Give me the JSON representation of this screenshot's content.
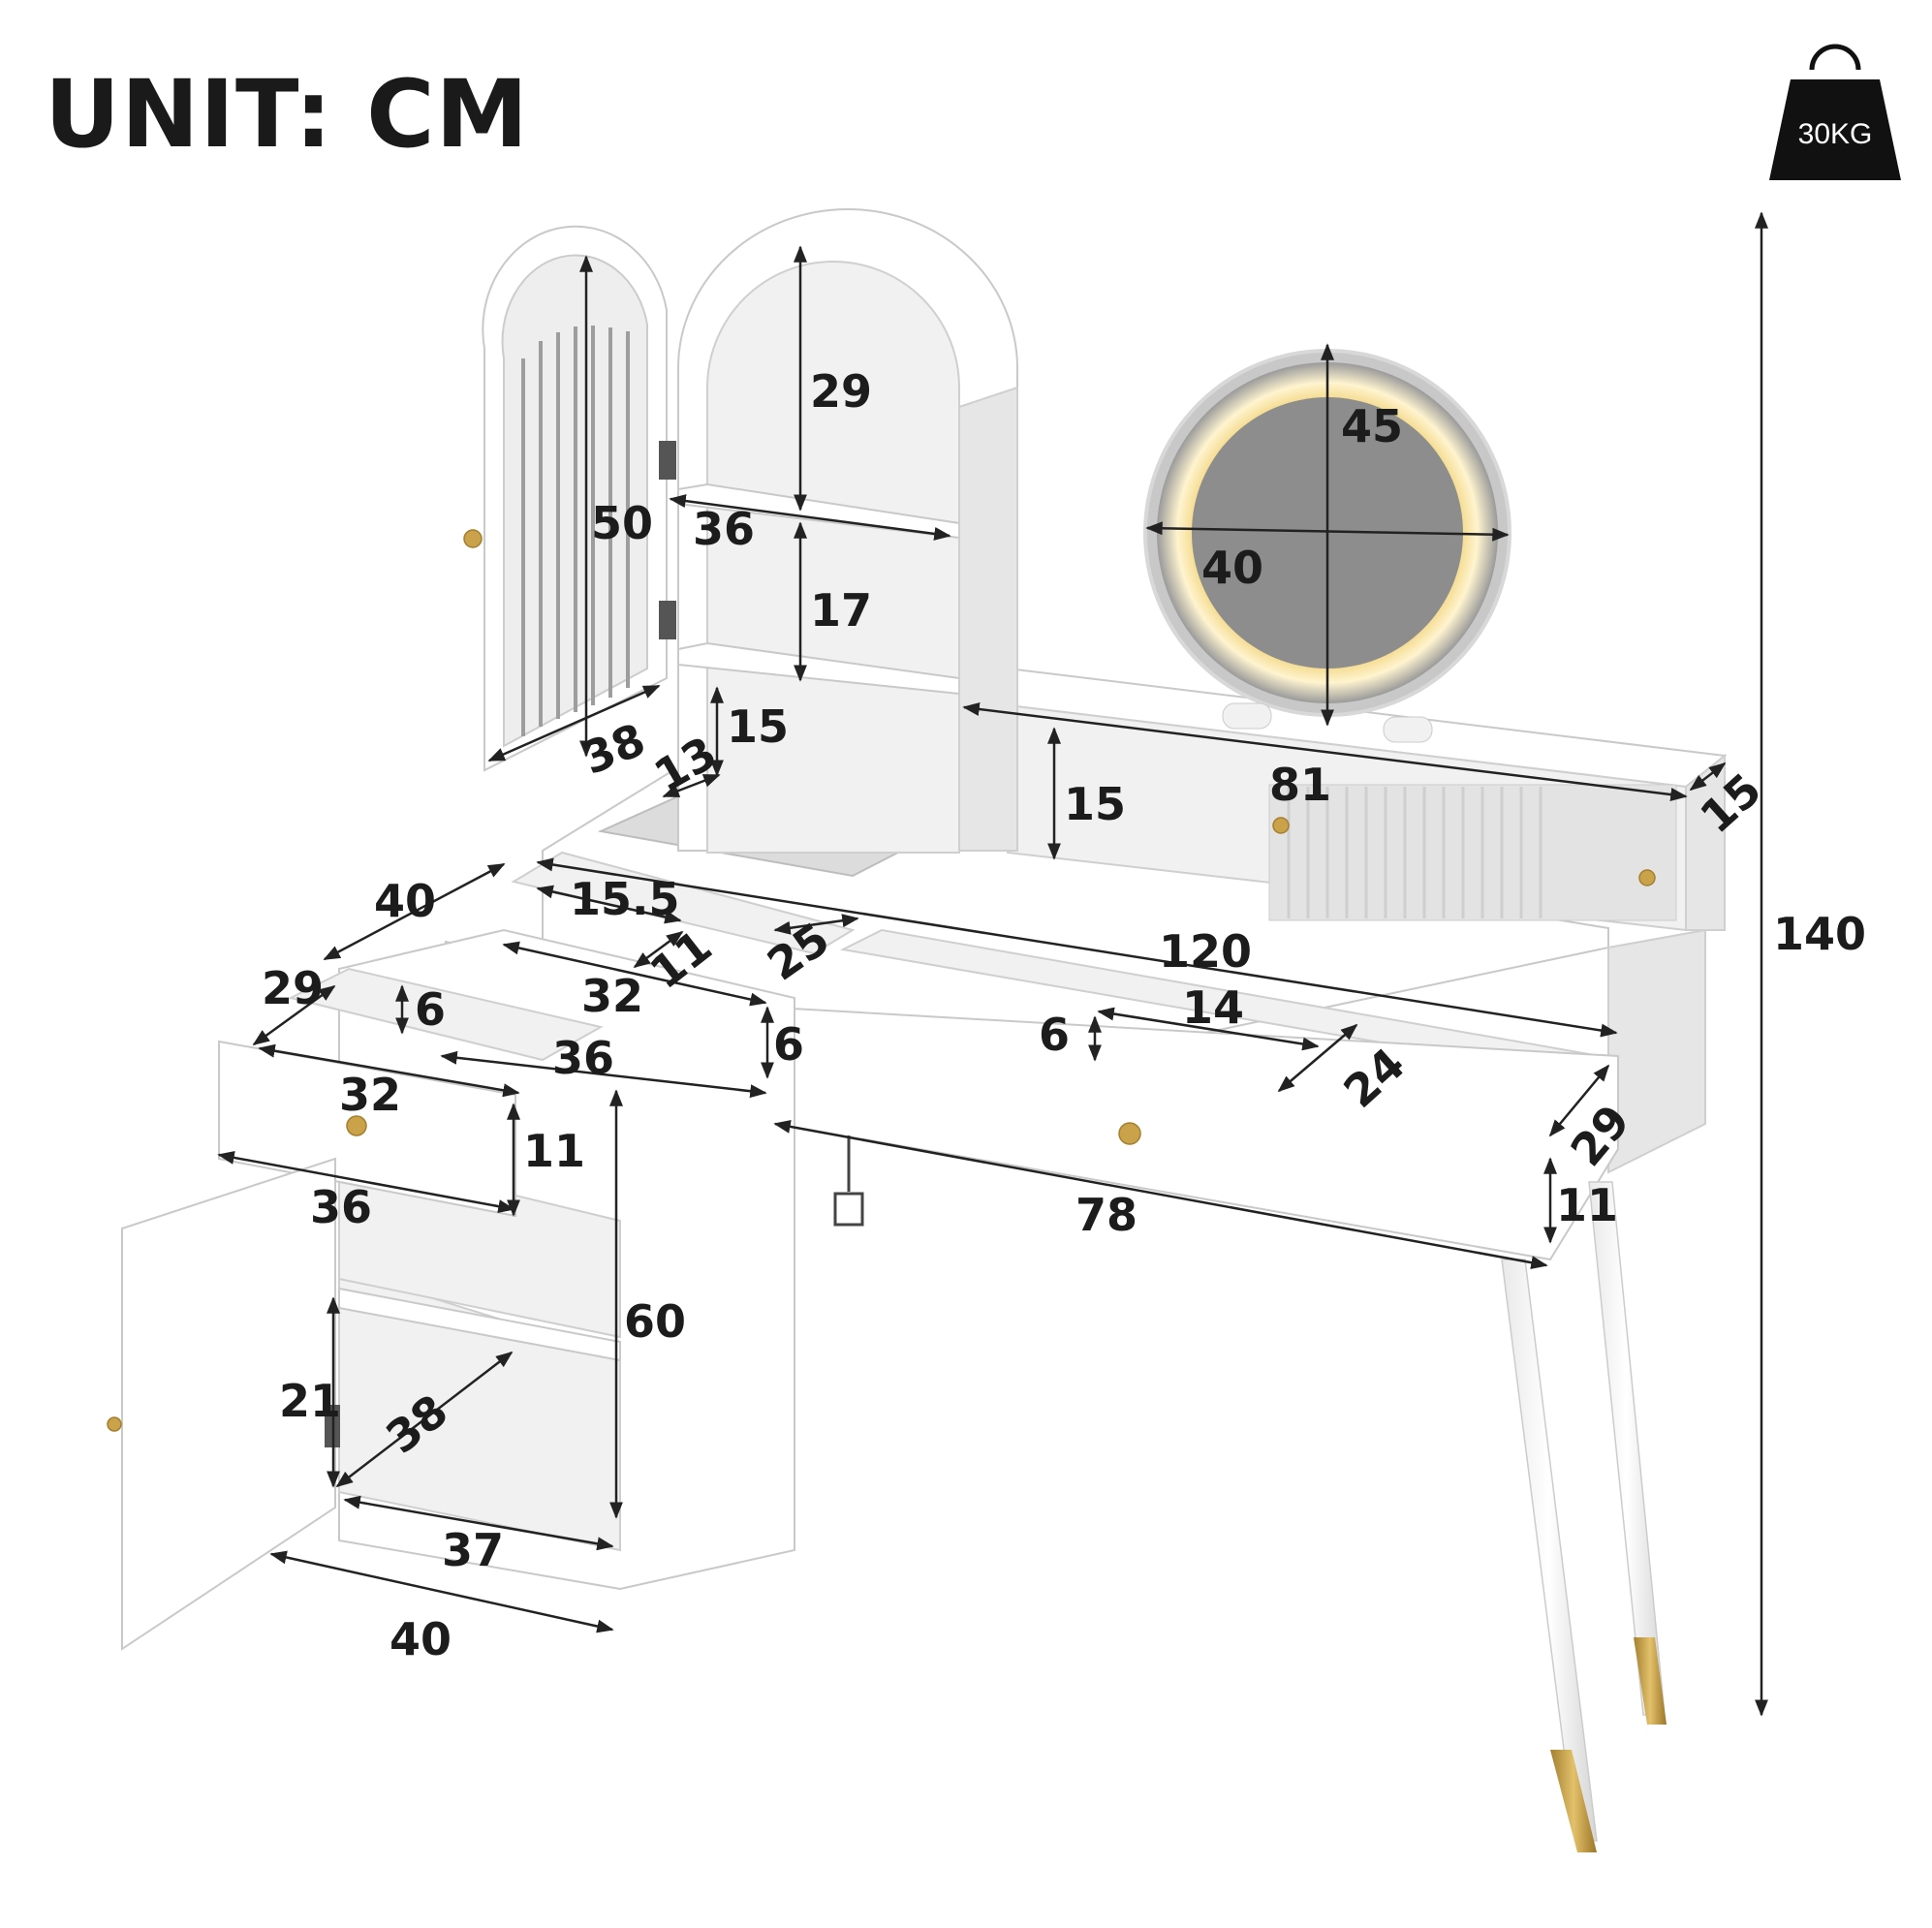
{
  "header": {
    "unit_label": "UNIT: CM"
  },
  "weight_badge": {
    "label": "30KG",
    "icon": "weight-icon"
  },
  "colors": {
    "accent_gold": "#c9a24a",
    "mirror_glow": "#f3d98a",
    "line": "#222222"
  },
  "dimensions": {
    "arch_shelf_top": "29",
    "cabinet_height": "50",
    "shelf_width": "36",
    "shelf_mid_gap": "17",
    "arch_door_depth": "38",
    "shelf_low_gap": "15",
    "shelf_low_depth": "13",
    "mirror_height": "45",
    "mirror_width": "40",
    "riser_length": "81",
    "riser_depth": "15",
    "riser_height": "15",
    "total_height": "140",
    "top_width": "120",
    "side_depth": "40",
    "tray_width": "15.5",
    "small_drawer_depth": "25",
    "small_drawer_divider": "11",
    "small_drawer_width": "32",
    "small_drawer_front": "36",
    "small_drawer_height": "6",
    "side_drawer_depth": "29",
    "side_drawer_inner_height": "6",
    "side_drawer_width": "32",
    "side_drawer_front": "36",
    "side_drawer_height": "11",
    "main_drawer_compartment": "14",
    "main_drawer_inner_height": "6",
    "main_drawer_depth_inner": "24",
    "main_drawer_depth": "29",
    "main_drawer_height": "11",
    "main_drawer_width": "78",
    "cabinet_body_height": "60",
    "cabinet_shelf_height": "21",
    "cabinet_shelf_depth": "38",
    "cabinet_inner_width": "37",
    "cabinet_width": "40"
  }
}
